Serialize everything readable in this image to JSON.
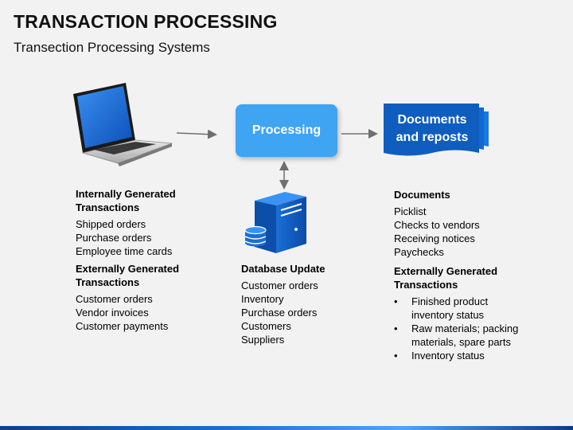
{
  "title": "TRANSACTION PROCESSING",
  "subtitle": "Transection Processing Systems",
  "processing_label": "Processing",
  "documents_label": {
    "line1": "Documents",
    "line2": "and reposts"
  },
  "left": {
    "internal_head": {
      "line1": "Internally Generated",
      "line2": "Transactions"
    },
    "internal_items": [
      "Shipped orders",
      "Purchase orders",
      "Employee time cards"
    ],
    "external_head": {
      "line1": "Externally Generated",
      "line2": "Transactions"
    },
    "external_items": [
      "Customer orders",
      "Vendor invoices",
      "Customer payments"
    ]
  },
  "middle": {
    "head": "Database Update",
    "items": [
      "Customer orders",
      "Inventory",
      "Purchase orders",
      "Customers",
      "Suppliers"
    ]
  },
  "right": {
    "docs_head": "Documents",
    "docs_items": [
      "Picklist",
      "Checks to vendors",
      "Receiving notices",
      "Paychecks"
    ],
    "external_head": {
      "line1": "Externally Generated",
      "line2": "Transactions"
    },
    "external_bullets": [
      {
        "line1": "Finished product",
        "line2": "inventory status"
      },
      {
        "line1": "Raw materials; packing",
        "line2": "materials, spare parts"
      },
      {
        "line1": "Inventory status",
        "line2": ""
      }
    ]
  },
  "colors": {
    "accent": "#3fa4f2",
    "dark_blue": "#0f5dbf"
  },
  "icons": [
    "laptop-icon",
    "database-server-icon",
    "documents-stack-icon"
  ]
}
